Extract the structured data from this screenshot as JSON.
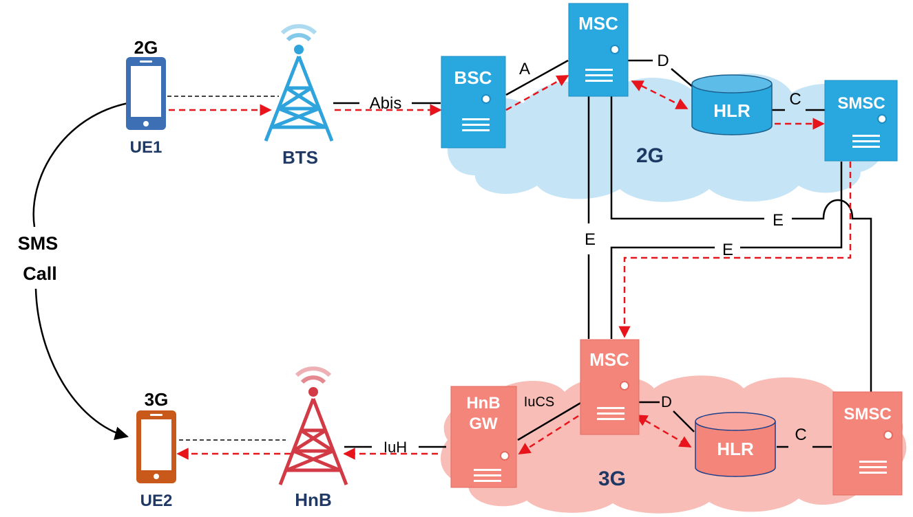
{
  "colors": {
    "blue_node": "#29A8E0",
    "blue_node_dark": "#1B8CC4",
    "blue_cloud": "#C5E4F5",
    "red_node": "#F4857A",
    "red_node_dark": "#E56B60",
    "red_cloud": "#F7BDB6",
    "ue1_phone": "#3D6FB5",
    "ue2_phone": "#C8591A",
    "bts_tower": "#2EA3DC",
    "hnb_tower": "#D23A45",
    "dashed_flow": "#E8141B",
    "line": "#000000"
  },
  "left": {
    "ue1_gen": "2G",
    "ue1_label": "UE1",
    "ue2_gen": "3G",
    "ue2_label": "UE2",
    "service_line1": "SMS",
    "service_line2": "Call",
    "bts_label": "BTS",
    "hnb_label": "HnB"
  },
  "net2g": {
    "cloud_label": "2G",
    "bsc": "BSC",
    "msc": "MSC",
    "hlr": "HLR",
    "smsc": "SMSC"
  },
  "net3g": {
    "cloud_label": "3G",
    "hnbgw_line1": "HnB",
    "hnbgw_line2": "GW",
    "msc": "MSC",
    "hlr": "HLR",
    "smsc": "SMSC"
  },
  "interfaces": {
    "abis": "Abis",
    "a": "A",
    "d_2g": "D",
    "c_2g": "C",
    "e_vertical": "E",
    "e_upper": "E",
    "e_lower": "E",
    "iuh": "IuH",
    "iucs": "IuCS",
    "d_3g": "D",
    "c_3g": "C"
  }
}
